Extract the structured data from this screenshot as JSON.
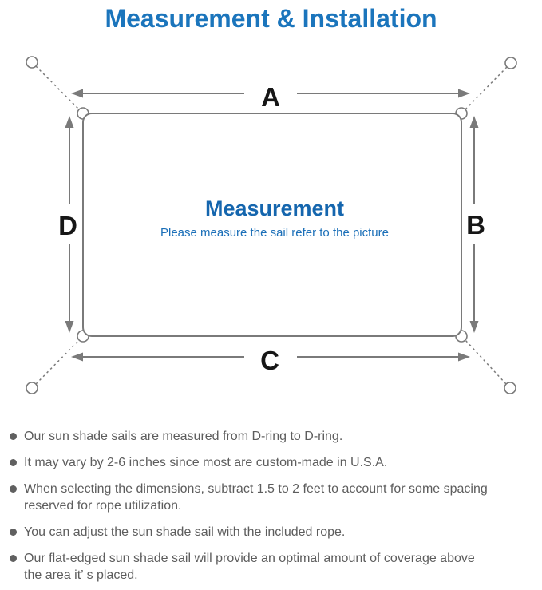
{
  "title": "Measurement & Installation",
  "diagram": {
    "labels": {
      "top": "A",
      "right": "B",
      "bottom": "C",
      "left": "D"
    },
    "center_heading": "Measurement",
    "center_subtitle": "Please measure the sail refer to the picture"
  },
  "colors": {
    "title_blue": "#1b75bc",
    "heading_blue": "#1566ae",
    "subtitle_blue": "#1b6fb8",
    "line_gray": "#7a7a7a",
    "label_black": "#161616",
    "note_gray": "#5d5d5d"
  },
  "notes": [
    {
      "text": "Our sun shade sails are measured from D-ring to D-ring."
    },
    {
      "text": "It may vary by 2-6 inches since most are custom-made in U.S.A."
    },
    {
      "text": "When selecting the dimensions, subtract 1.5 to 2 feet to account for some spacing\nreserved for rope utilization."
    },
    {
      "text": "You can adjust the sun shade sail with the included rope."
    },
    {
      "text": "Our flat-edged sun shade sail will provide an optimal amount of coverage above\nthe area it’ s placed."
    }
  ]
}
